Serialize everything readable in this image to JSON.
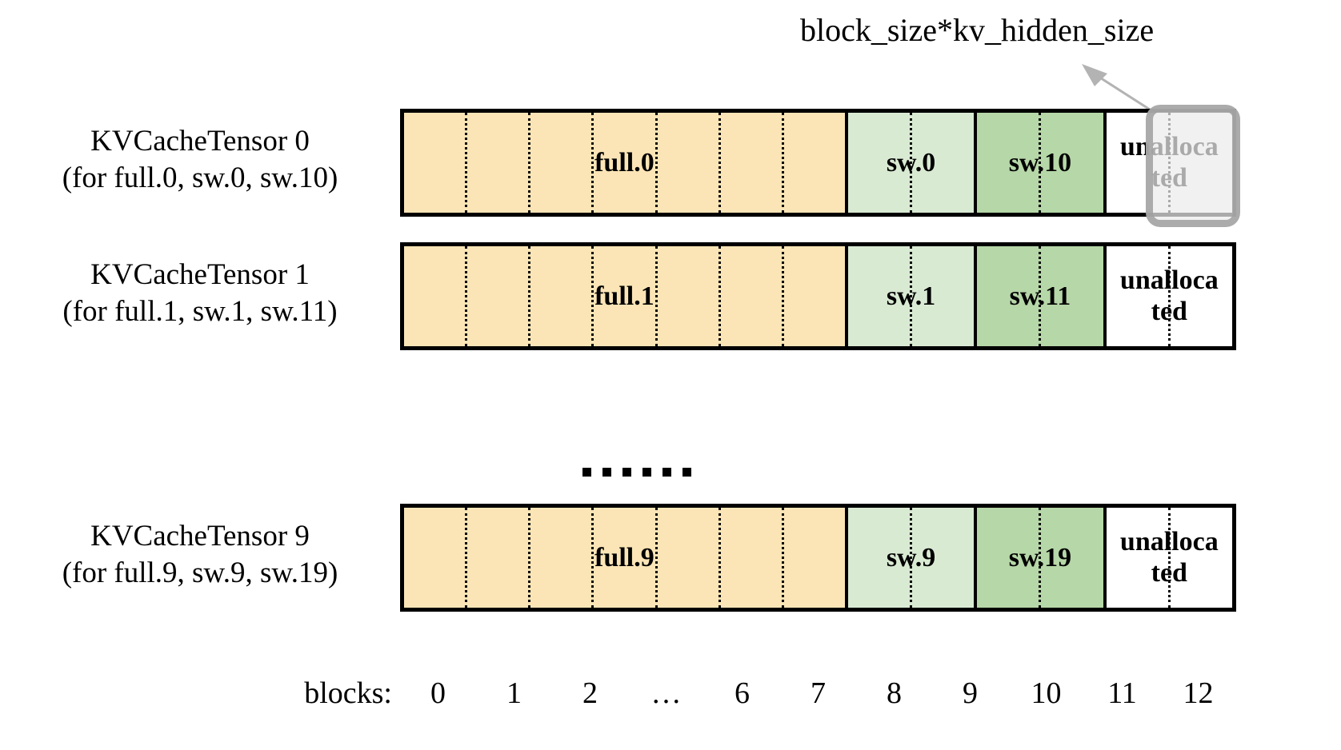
{
  "callout": {
    "label": "block_size*kv_hidden_size",
    "arrow_icon": "arrow-up-left-icon",
    "arrow_color": "#b3b3b3"
  },
  "colors": {
    "full_fill": "#fbe5b6",
    "sw_light_fill": "#d9ead3",
    "sw_dark_fill": "#b6d7a8",
    "unallocated_fill": "#ffffff",
    "outline": "#000000",
    "highlight_border": "#a0a0a0",
    "highlight_fill": "#ebebeb"
  },
  "rows": [
    {
      "title": "KVCacheTensor 0",
      "subtitle": "(for full.0, sw.0, sw.10)",
      "segments": [
        {
          "label": "full.0",
          "kind": "full",
          "blocks": 7
        },
        {
          "label": "sw.0",
          "kind": "sw-light",
          "blocks": 2
        },
        {
          "label": "sw.10",
          "kind": "sw-dark",
          "blocks": 2
        },
        {
          "label": "unalloca",
          "label2": "ted",
          "kind": "unallocated",
          "blocks": 2
        }
      ],
      "highlighted_block": 11
    },
    {
      "title": "KVCacheTensor 1",
      "subtitle": "(for full.1, sw.1, sw.11)",
      "segments": [
        {
          "label": "full.1",
          "kind": "full",
          "blocks": 7
        },
        {
          "label": "sw.1",
          "kind": "sw-light",
          "blocks": 2
        },
        {
          "label": "sw.11",
          "kind": "sw-dark",
          "blocks": 2
        },
        {
          "label": "unalloca",
          "label2": "ted",
          "kind": "unallocated",
          "blocks": 2
        }
      ],
      "highlighted_block": null
    },
    {
      "title": "KVCacheTensor 9",
      "subtitle": "(for full.9, sw.9, sw.19)",
      "segments": [
        {
          "label": "full.9",
          "kind": "full",
          "blocks": 7
        },
        {
          "label": "sw.9",
          "kind": "sw-light",
          "blocks": 2
        },
        {
          "label": "sw.19",
          "kind": "sw-dark",
          "blocks": 2
        },
        {
          "label": "unalloca",
          "label2": "ted",
          "kind": "unallocated",
          "blocks": 2
        }
      ],
      "highlighted_block": null
    }
  ],
  "vertical_ellipsis": "……",
  "axis": {
    "title": "blocks:",
    "ticks": [
      "0",
      "1",
      "2",
      "…",
      "6",
      "7",
      "8",
      "9",
      "10",
      "11",
      "12"
    ]
  }
}
